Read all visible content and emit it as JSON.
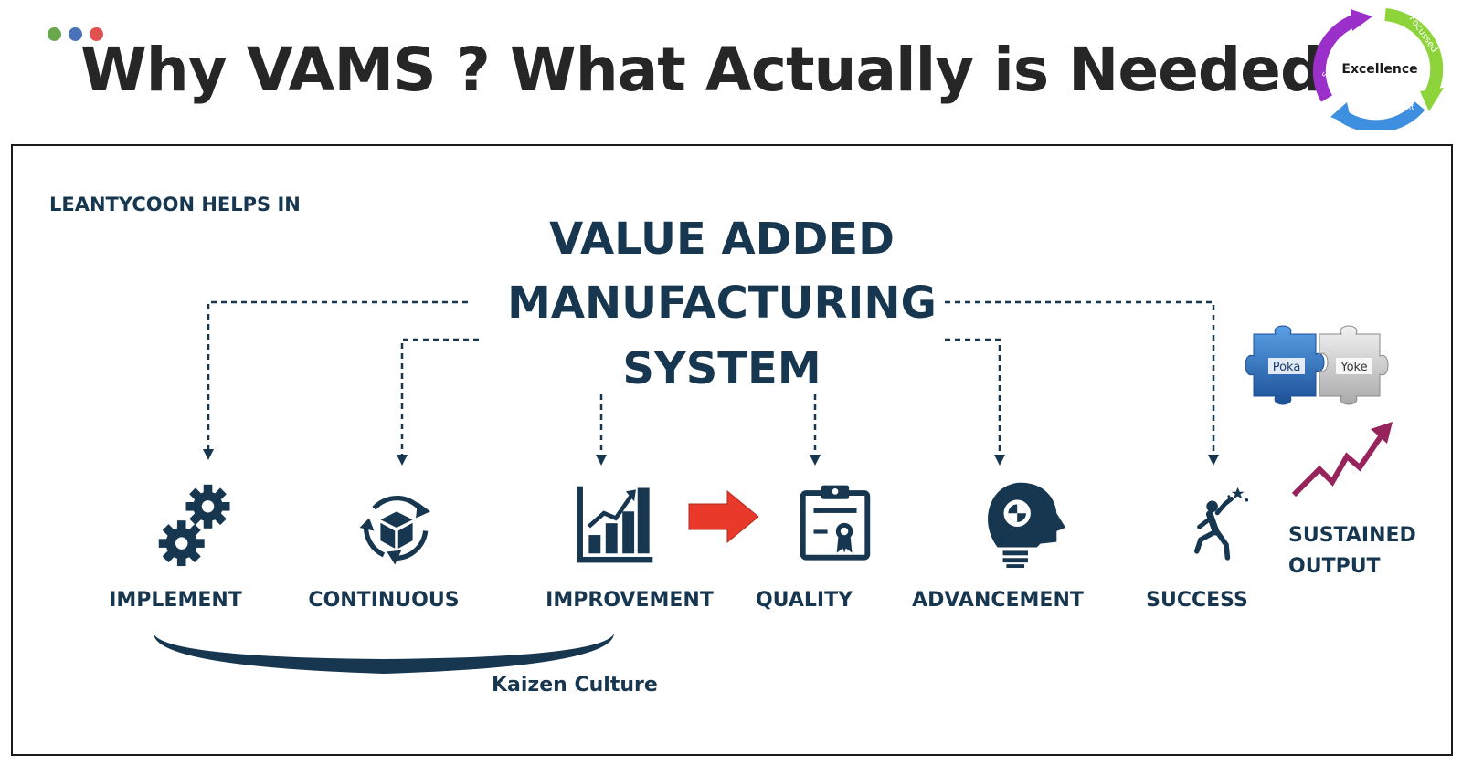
{
  "header": {
    "dots": [
      "#6aa84f",
      "#4a72b8",
      "#e05050"
    ],
    "title": "Why VAMS ? What Actually is Needed",
    "badge": {
      "center": "Excellence",
      "ring": [
        "Focussed",
        "Improvement",
        "Sustenance"
      ]
    }
  },
  "diagram": {
    "helper_label": "LEANTYCOON HELPS IN",
    "system_lines": [
      "VALUE ADDED",
      "MANUFACTURING",
      "SYSTEM"
    ],
    "steps": [
      {
        "label": "IMPLEMENT",
        "icon": "gears-icon"
      },
      {
        "label": "CONTINUOUS",
        "icon": "box-cycle-icon"
      },
      {
        "label": "IMPROVEMENT",
        "icon": "bar-chart-growth-icon"
      },
      {
        "label": "QUALITY",
        "icon": "certificate-clipboard-icon"
      },
      {
        "label": "ADVANCEMENT",
        "icon": "brain-head-icon"
      },
      {
        "label": "SUCCESS",
        "icon": "reaching-star-icon"
      }
    ],
    "kaizen_label": "Kaizen Culture",
    "poka_yoke": {
      "left": "Poka",
      "right": "Yoke"
    },
    "sustained_output": [
      "SUSTAINED",
      "OUTPUT"
    ]
  },
  "colors": {
    "navy": "#17364f",
    "arrow_red": "#e8392a",
    "trend_purple": "#96235c",
    "puzzle_blue": "#2a6fb8",
    "puzzle_grey": "#c9c9c9"
  }
}
